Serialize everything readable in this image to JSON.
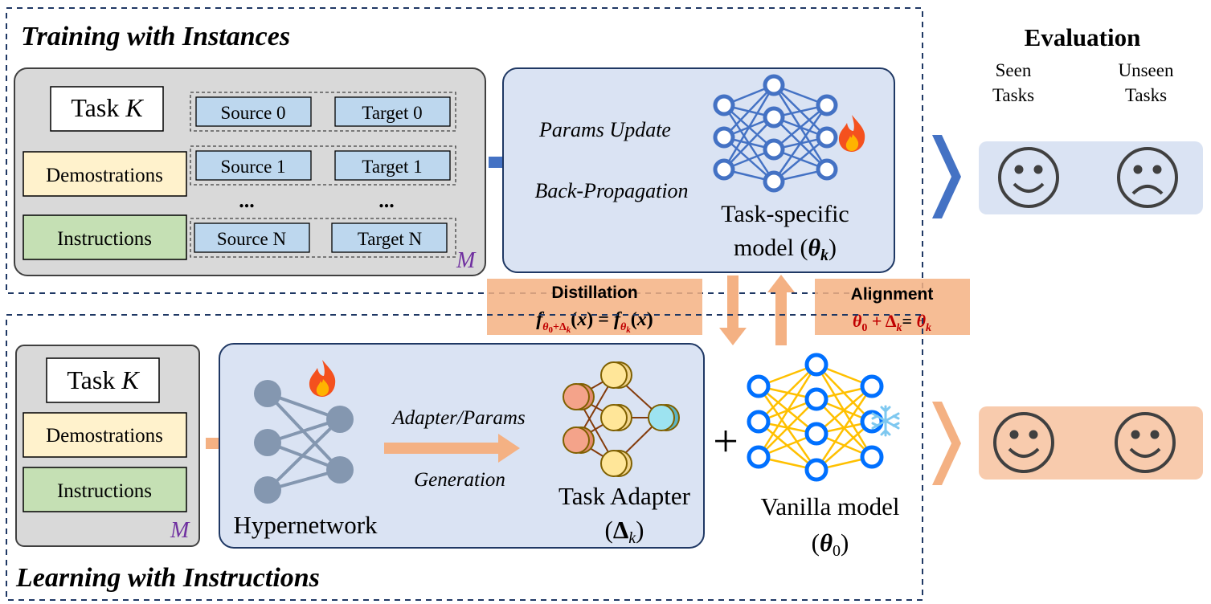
{
  "top_panel": {
    "title": "Training with Instances",
    "task_label": "Task",
    "task_var": "K",
    "demonstrations": "Demostrations",
    "instructions": "Instructions",
    "pairs": [
      {
        "source": "Source 0",
        "target": "Target 0"
      },
      {
        "source": "Source 1",
        "target": "Target 1"
      },
      {
        "source": "Source N",
        "target": "Target N"
      }
    ],
    "ellipsis": "...",
    "m_label": "M",
    "params_update": "Params Update",
    "back_propagation": "Back-Propagation",
    "model_line1": "Task-specific",
    "model_line2": "model (",
    "model_theta": "θ",
    "model_sub": "k",
    "model_close": ")"
  },
  "bottom_panel": {
    "title": "Learning with Instructions",
    "task_label": "Task",
    "task_var": "K",
    "demonstrations": "Demostrations",
    "instructions": "Instructions",
    "m_label": "M",
    "hypernetwork": "Hypernetwork",
    "adapter_params": "Adapter/Params",
    "generation": "Generation",
    "adapter_line1": "Task Adapter",
    "adapter_delta": "Δ",
    "adapter_sub": "k",
    "plus": "+",
    "vanilla_line1": "Vanilla model",
    "vanilla_theta": "θ",
    "vanilla_sub": "0"
  },
  "distillation": {
    "title": "Distillation",
    "formula": "f θ0+Δk (x) = f θk (x)"
  },
  "alignment": {
    "title": "Alignment",
    "formula": "θ0 + Δk = θk"
  },
  "evaluation": {
    "title": "Evaluation",
    "seen_line1": "Seen",
    "seen_line2": "Tasks",
    "unseen_line1": "Unseen",
    "unseen_line2": "Tasks"
  },
  "icons": {
    "fire": "fire-icon",
    "snowflake": "snowflake-icon",
    "happy": "smile-face-icon",
    "sad": "sad-face-icon"
  },
  "colors": {
    "blue_accent": "#4472c4",
    "orange_accent": "#f4b183",
    "panel_gray": "#d9d9d9",
    "panel_blue": "#dae3f3",
    "demo_yellow": "#fff2cc",
    "instr_green": "#c5e0b4",
    "cell_blue": "#bdd7ee",
    "red_formula": "#c00000",
    "purple_m": "#7030a0"
  }
}
